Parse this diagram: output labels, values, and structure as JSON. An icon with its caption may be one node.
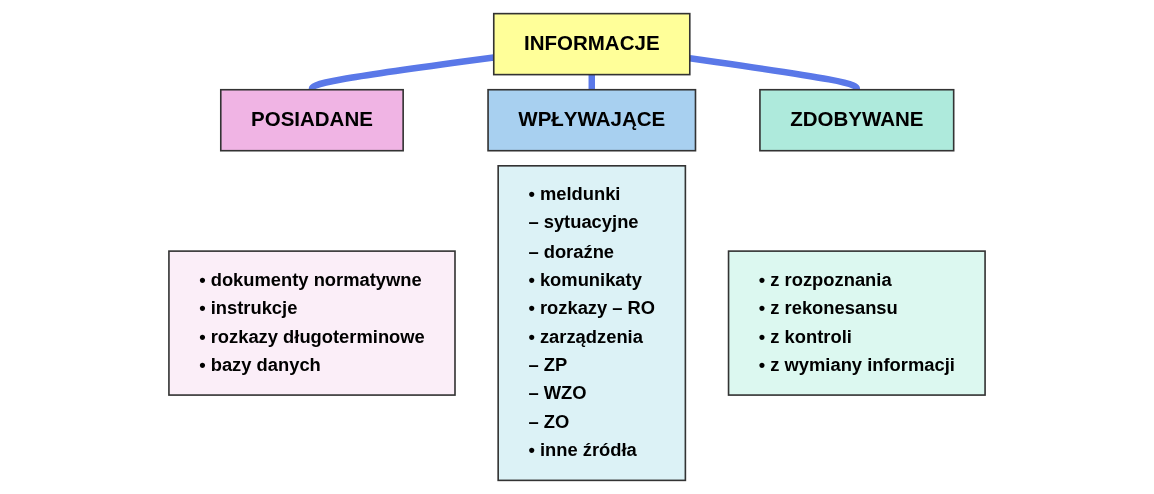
{
  "diagram": {
    "nodes": [
      {
        "text": [
          "INFORMACJE"
        ]
      },
      {
        "text": [
          "POSIADANE"
        ]
      },
      {
        "text": [
          "• dokumenty normatywne",
          "• instrukcje",
          "• rozkazy długoterminowe",
          "• bazy danych"
        ]
      },
      {
        "text": [
          "WPŁYWAJĄCE"
        ]
      },
      {
        "text": [
          "• meldunki",
          "– sytuacyjne",
          "– doraźne",
          "• komunikaty",
          "• rozkazy – RO",
          "• zarządzenia",
          "– ZP",
          "– WZO",
          "– ZO",
          "• inne źródła"
        ]
      },
      {
        "text": [
          "ZDOBYWANE"
        ]
      },
      {
        "text": [
          "• z rozpoznania",
          "• z rekonesansu",
          "• z kontroli",
          "• z wymiany informacji"
        ]
      }
    ],
    "edges": [
      {
        "from": 0,
        "to": 1,
        "arrow": "none"
      },
      {
        "from": 0,
        "to": 3,
        "arrow": "none"
      },
      {
        "from": 0,
        "to": 5,
        "arrow": "none"
      }
    ]
  }
}
